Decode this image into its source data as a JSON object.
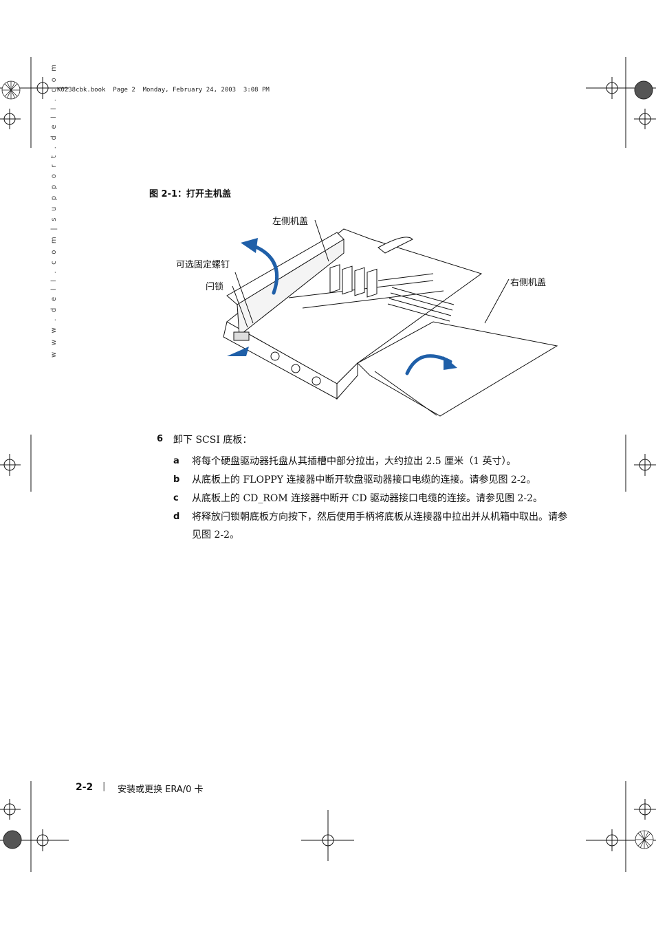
{
  "header": {
    "book_info": "K0238cbk.book  Page 2  Monday, February 24, 2003  3:08 PM"
  },
  "sidebar": {
    "url": "w w w . d e l l . c o m  |  s u p p o r t . d e l l . c o m"
  },
  "figure": {
    "caption": "图 2-1：打开主机盖",
    "labels": {
      "left_cover": "左侧机盖",
      "optional_screw": "可选固定螺钉",
      "latch": "闩锁",
      "right_cover": "右侧机盖"
    }
  },
  "step": {
    "number": "6",
    "text": "卸下 SCSI 底板：",
    "substeps": [
      {
        "letter": "a",
        "text": "将每个硬盘驱动器托盘从其插槽中部分拉出，大约拉出 2.5 厘米（1 英寸）。"
      },
      {
        "letter": "b",
        "text": "从底板上的 FLOPPY 连接器中断开软盘驱动器接口电缆的连接。请参见图 2-2。"
      },
      {
        "letter": "c",
        "text": "从底板上的 CD_ROM 连接器中断开 CD 驱动器接口电缆的连接。请参见图 2-2。"
      },
      {
        "letter": "d",
        "text": "将释放闩锁朝底板方向按下，然后使用手柄将底板从连接器中拉出并从机箱中取出。请参见图 2-2。"
      }
    ]
  },
  "footer": {
    "page_number": "2-2",
    "separator": "|",
    "title": "安装或更换 ERA/0 卡"
  },
  "colors": {
    "arrow_blue": "#1f5fa8",
    "line": "#111111"
  }
}
